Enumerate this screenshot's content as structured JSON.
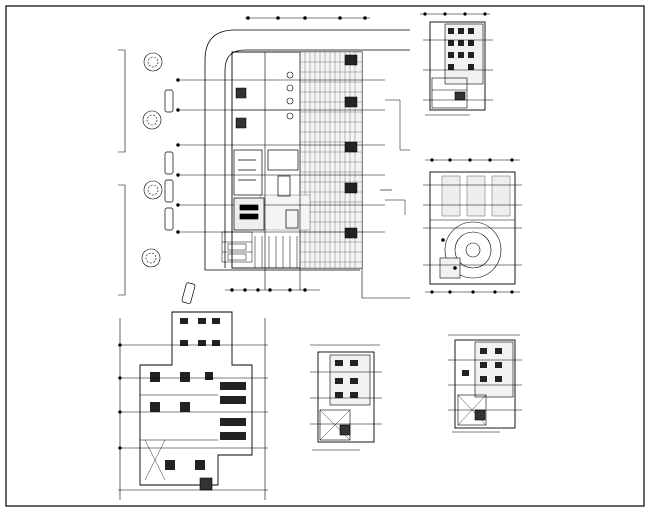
{
  "drawing": {
    "sheet_border": "black",
    "line_color": "#000000",
    "paper_color": "#ffffff",
    "plans": [
      {
        "id": "main-site-plan"
      },
      {
        "id": "upper-right-plan"
      },
      {
        "id": "middle-right-plan"
      },
      {
        "id": "lower-left-plan"
      },
      {
        "id": "lower-middle-plan"
      },
      {
        "id": "lower-right-plan"
      }
    ]
  }
}
